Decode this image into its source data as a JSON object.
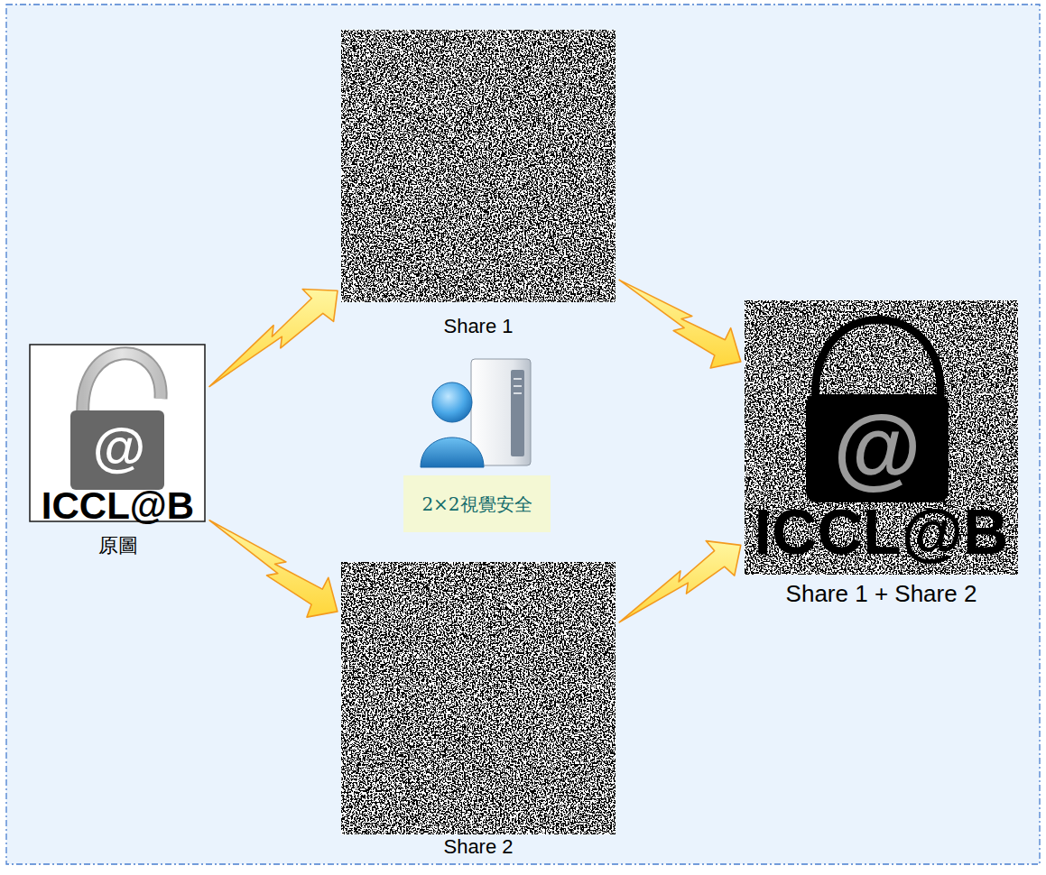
{
  "diagram": {
    "nodes": [
      {
        "text": [
          "@",
          "ICCL@B",
          "原圖"
        ]
      },
      {
        "text": [
          "Share 1"
        ]
      },
      {
        "text": [
          "2×2視覺安全"
        ]
      },
      {
        "text": [
          "Share 2"
        ]
      },
      {
        "text": [
          "@",
          "ICCL@B",
          "Share 1 + Share 2"
        ]
      }
    ],
    "edges": [
      {
        "from": 0,
        "to": 1,
        "arrow": "to"
      },
      {
        "from": 0,
        "to": 3,
        "arrow": "to"
      },
      {
        "from": 1,
        "to": 4,
        "arrow": "to"
      },
      {
        "from": 3,
        "to": 4,
        "arrow": "to"
      }
    ]
  }
}
